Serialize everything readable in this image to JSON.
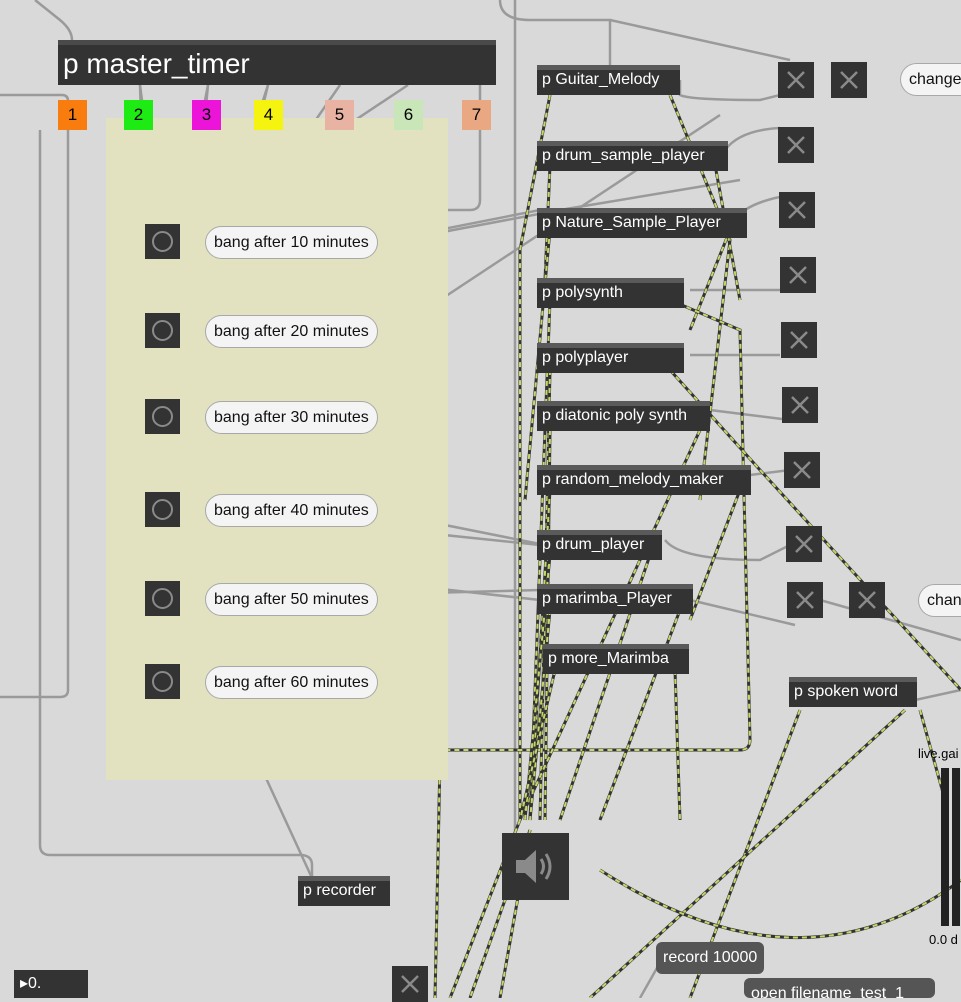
{
  "master_timer": {
    "label": "p master_timer",
    "outlets": [
      "1",
      "2",
      "3",
      "4",
      "5",
      "6",
      "7"
    ]
  },
  "outlet_colors": [
    "#f97c0f",
    "#1eea14",
    "#ec14d8",
    "#f4f410",
    "#e9b3a3",
    "#c8e6b8",
    "#e9a882"
  ],
  "bangs": [
    {
      "label": "bang after 10 minutes"
    },
    {
      "label": "bang after 20 minutes"
    },
    {
      "label": "bang after 30 minutes"
    },
    {
      "label": "bang after 40 minutes"
    },
    {
      "label": "bang after 50 minutes"
    },
    {
      "label": "bang after 60 minutes"
    }
  ],
  "players": [
    "p Guitar_Melody",
    "p drum_sample_player",
    "p Nature_Sample_Player",
    "p polysynth",
    "p polyplayer",
    "p diatonic poly synth",
    "p random_melody_maker",
    "p drum_player",
    "p marimba_Player",
    "p more_Marimba"
  ],
  "spoken_word": "p spoken word",
  "recorder": "p recorder",
  "comments": {
    "change_top": "change",
    "change_mid": "chan"
  },
  "messages": {
    "record": "record 10000",
    "open": "open filename_test_1"
  },
  "live_gain": {
    "label": "live.gai",
    "value": "0.0 d"
  },
  "number_box": {
    "value": "0."
  },
  "colors": {
    "patch_cord": "#9a9a9a",
    "audio_cord": "#c4d86a",
    "panel": "#e2e2c0",
    "object": "#333333"
  }
}
